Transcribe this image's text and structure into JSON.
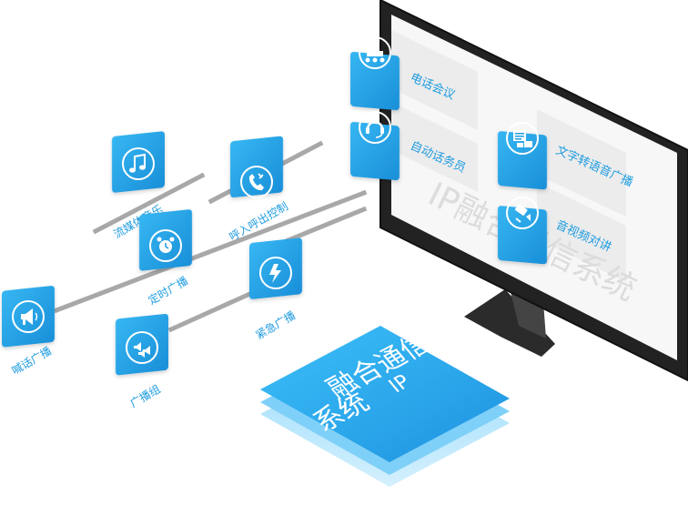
{
  "colors": {
    "accent": "#1f9ce0",
    "accent_light": "#4cc0f4",
    "monitor_frame": "#222222",
    "panel_bg": "#ececec",
    "connector": "#a8a8a8",
    "watermark": "#dcdcdc"
  },
  "monitor": {
    "watermark": "IP融合通信系统",
    "panels": [
      {
        "label": "电话会议",
        "icon": "conference-icon"
      },
      {
        "label": "自动话务员",
        "icon": "headset-icon"
      },
      {
        "label": "文字转语音广播",
        "icon": "text-to-speech-icon"
      },
      {
        "label": "音视频对讲",
        "icon": "video-intercom-icon"
      }
    ]
  },
  "modules": [
    {
      "label": "流媒体音乐",
      "icon": "music-note-icon"
    },
    {
      "label": "呼入呼出控制",
      "icon": "phone-call-icon"
    },
    {
      "label": "定时广播",
      "icon": "alarm-clock-icon"
    },
    {
      "label": "紧急广播",
      "icon": "lightning-icon"
    },
    {
      "label": "喊话广播",
      "icon": "megaphone-icon"
    },
    {
      "label": "广播组",
      "icon": "broadcast-group-icon"
    }
  ],
  "core": {
    "line1": "IP",
    "line2": "融合通信",
    "line3": "系统"
  }
}
